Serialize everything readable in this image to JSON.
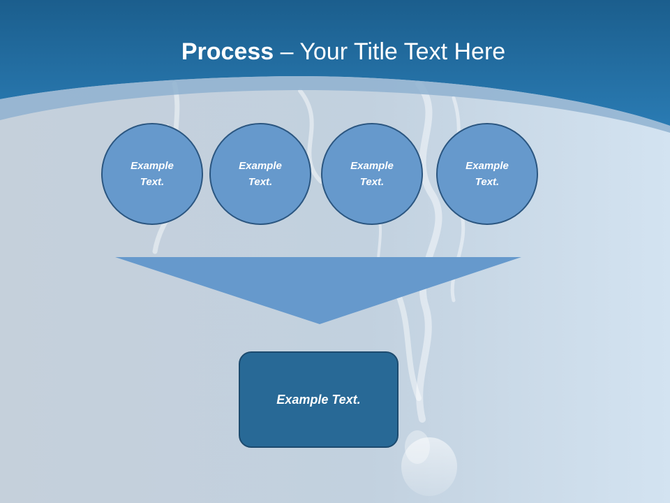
{
  "title": {
    "bold_part": "Process",
    "rest_part": " – Your Title Text Here"
  },
  "process_steps": [
    {
      "line1": "Example",
      "line2": "Text."
    },
    {
      "line1": "Example",
      "line2": "Text."
    },
    {
      "line1": "Example",
      "line2": "Text."
    },
    {
      "line1": "Example",
      "line2": "Text."
    }
  ],
  "result": {
    "label": "Example Text."
  },
  "colors": {
    "header_blue": "#1f6aa0",
    "circle_fill": "#6699cc",
    "circle_border": "#2b5680",
    "funnel_fill": "#6699cc",
    "result_fill": "#286996",
    "background": "#c9d5e0"
  }
}
